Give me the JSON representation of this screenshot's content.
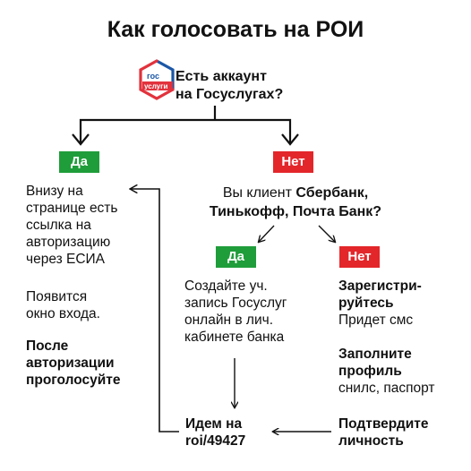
{
  "title": "Как голосовать на РОИ",
  "logo": {
    "line1": "гос",
    "line2": "услуги",
    "colors": {
      "blue": "#1b57a6",
      "red": "#e2323c"
    }
  },
  "question": {
    "line1": "Есть аккаунт",
    "line2": "на Госуслугах?"
  },
  "badges": {
    "yes": "Да",
    "no": "Нет"
  },
  "left_branch": {
    "p1": [
      "Внизу на",
      "странице есть",
      "ссылка на",
      "авторизацию",
      "через ЕСИА"
    ],
    "p2": [
      "Появится",
      "окно входа."
    ],
    "p3": [
      "После",
      "авторизации",
      "проголосуйте"
    ]
  },
  "bank_question": {
    "line1_prefix": "Вы клиент ",
    "line1_bold": "Сбербанк,",
    "line2_bold": "Тинькофф, Почта Банк?"
  },
  "bank_yes": [
    "Создайте уч.",
    "запись Госуслуг",
    "онлайн в лич.",
    "кабинете банка"
  ],
  "bank_no": {
    "register_bold": [
      "Зарегистри-",
      "руйтесь"
    ],
    "register_note": "Придет смс",
    "profile_bold": [
      "Заполните",
      "профиль"
    ],
    "profile_note": "снилс, паспорт"
  },
  "goto": {
    "line1": "Идем на",
    "line2": "roi/49427"
  },
  "confirm": {
    "line1": "Подтвердите",
    "line2": "личность"
  },
  "colors": {
    "yes": "#1f9d3a",
    "no": "#e3262a",
    "text": "#111111"
  }
}
